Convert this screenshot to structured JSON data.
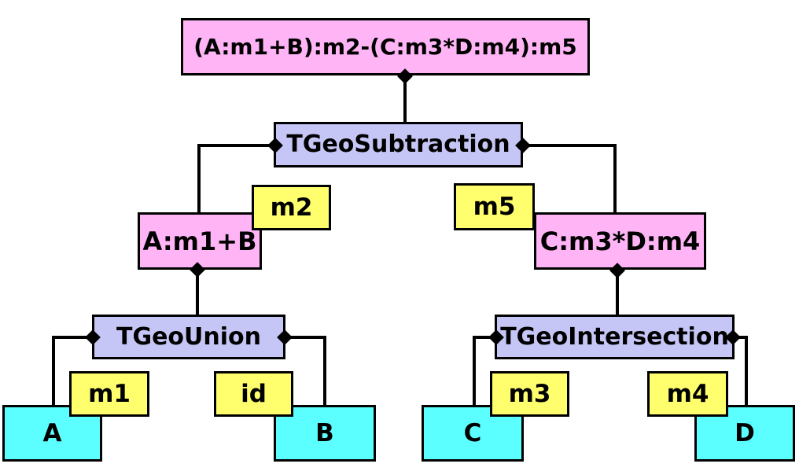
{
  "diagram": {
    "title": "(A:m1+B):m2-(C:m3*D:m4):m5",
    "nodes": {
      "composite": {
        "label": "(A:m1+B):m2-(C:m3*D:m4):m5",
        "type": "composite-shape-expression"
      },
      "subtraction": {
        "label": "TGeoSubtraction",
        "type": "boolean-node"
      },
      "union_expr": {
        "label": "A:m1+B",
        "type": "sub-expression"
      },
      "intersection_expr": {
        "label": "C:m3*D:m4",
        "type": "sub-expression"
      },
      "union": {
        "label": "TGeoUnion",
        "type": "boolean-node"
      },
      "intersection": {
        "label": "TGeoIntersection",
        "type": "boolean-node"
      },
      "m1": {
        "label": "m1",
        "type": "matrix"
      },
      "m2": {
        "label": "m2",
        "type": "matrix"
      },
      "m3": {
        "label": "m3",
        "type": "matrix"
      },
      "m4": {
        "label": "m4",
        "type": "matrix"
      },
      "m5": {
        "label": "m5",
        "type": "matrix"
      },
      "id": {
        "label": "id",
        "type": "matrix"
      },
      "shape_a": {
        "label": "A",
        "type": "shape"
      },
      "shape_b": {
        "label": "B",
        "type": "shape"
      },
      "shape_c": {
        "label": "C",
        "type": "shape"
      },
      "shape_d": {
        "label": "D",
        "type": "shape"
      }
    },
    "colors": {
      "expression_fill": "#ffb5f5",
      "boolean_node_fill": "#c6c6f6",
      "matrix_fill": "#ffff6e",
      "shape_fill": "#5cffff",
      "line": "#000000",
      "background": "#ffffff"
    }
  }
}
